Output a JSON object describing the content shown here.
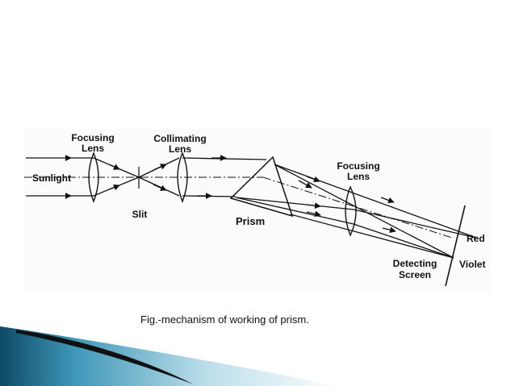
{
  "figure": {
    "labels": {
      "focusing_lens_1": [
        "Focusing",
        "Lens"
      ],
      "sunlight": "Sunlight",
      "slit": "Slit",
      "collimating_lens": [
        "Collimating",
        "Lens"
      ],
      "prism": "Prism",
      "focusing_lens_2": [
        "Focusing",
        "Lens"
      ],
      "detecting_screen": [
        "Detecting",
        "Screen"
      ],
      "red": "Red",
      "violet": "Violet"
    },
    "colors": {
      "line": "#111111",
      "panel_background": "#fbfbfb"
    }
  },
  "caption": "Fig.-mechanism of working of prism.",
  "decoration": {
    "colors": {
      "band_light": "#b9dde9",
      "band_mid": "#3f97b8",
      "band_dark": "#0e4a66",
      "wedge": "#111111"
    }
  }
}
